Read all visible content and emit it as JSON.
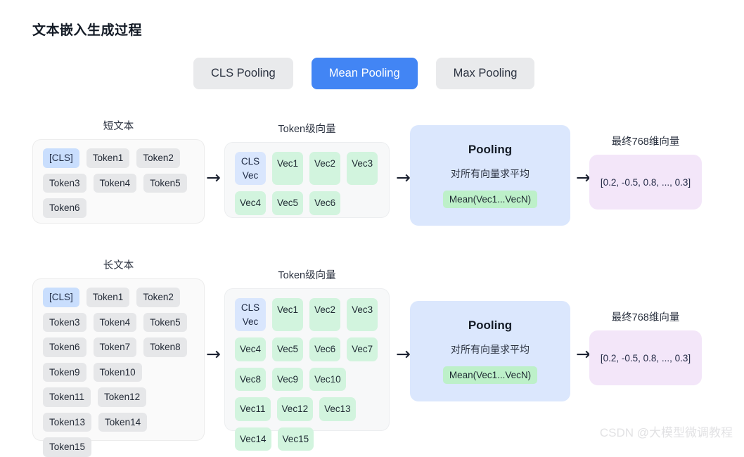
{
  "page": {
    "title": "文本嵌入生成过程",
    "watermark": "CSDN @大模型微调教程"
  },
  "colors": {
    "accent_blue": "#4285f4",
    "tab_inactive_bg": "#e9eaec",
    "chip_bg": "#e6e7e9",
    "cls_chip_bg": "#c9defd",
    "vector_chip_bg": "#d2f4de",
    "pool_card_bg": "#dbe7fd",
    "pool_formula_bg": "#bdf0c9",
    "output_card_bg": "#f3e6f9"
  },
  "tabs": [
    {
      "label": "CLS Pooling",
      "active": false
    },
    {
      "label": "Mean Pooling",
      "active": true
    },
    {
      "label": "Max Pooling",
      "active": false
    }
  ],
  "arrow_glyph": "→",
  "rows": [
    {
      "id": "short",
      "tokens_label": "短文本",
      "tokens": [
        "[CLS]",
        "Token1",
        "Token2",
        "Token3",
        "Token4",
        "Token5",
        "Token6"
      ],
      "vectors_label": "Token级向量",
      "cls_vector": {
        "line1": "CLS",
        "line2": "Vec"
      },
      "vectors": [
        "Vec1",
        "Vec2",
        "Vec3",
        "Vec4",
        "Vec5",
        "Vec6"
      ],
      "pooling": {
        "title": "Pooling",
        "desc": "对所有向量求平均",
        "formula": "Mean(Vec1...VecN)"
      },
      "output_label": "最终768维向量",
      "output_value": "[0.2, -0.5, 0.8, ..., 0.3]"
    },
    {
      "id": "long",
      "tokens_label": "长文本",
      "tokens": [
        "[CLS]",
        "Token1",
        "Token2",
        "Token3",
        "Token4",
        "Token5",
        "Token6",
        "Token7",
        "Token8",
        "Token9",
        "Token10",
        "Token11",
        "Token12",
        "Token13",
        "Token14",
        "Token15"
      ],
      "vectors_label": "Token级向量",
      "cls_vector": {
        "line1": "CLS",
        "line2": "Vec"
      },
      "vectors": [
        "Vec1",
        "Vec2",
        "Vec3",
        "Vec4",
        "Vec5",
        "Vec6",
        "Vec7",
        "Vec8",
        "Vec9",
        "Vec10",
        "Vec11",
        "Vec12",
        "Vec13",
        "Vec14",
        "Vec15"
      ],
      "pooling": {
        "title": "Pooling",
        "desc": "对所有向量求平均",
        "formula": "Mean(Vec1...VecN)"
      },
      "output_label": "最终768维向量",
      "output_value": "[0.2, -0.5, 0.8, ..., 0.3]"
    }
  ]
}
